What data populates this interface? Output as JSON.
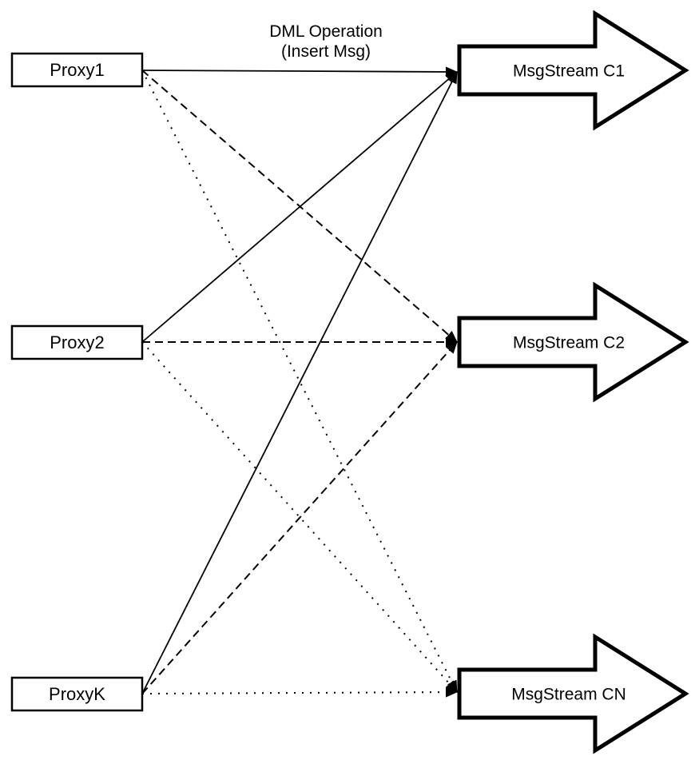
{
  "diagram": {
    "title_line1": "DML Operation",
    "title_line2": "(Insert Msg)",
    "proxies": [
      {
        "id": "proxy1",
        "label": "Proxy1"
      },
      {
        "id": "proxy2",
        "label": "Proxy2"
      },
      {
        "id": "proxyk",
        "label": "ProxyK"
      }
    ],
    "streams": [
      {
        "id": "stream1",
        "label": "MsgStream C1"
      },
      {
        "id": "stream2",
        "label": "MsgStream C2"
      },
      {
        "id": "stream3",
        "label": "MsgStream CN"
      }
    ],
    "edges": [
      {
        "from": "proxy1",
        "to": "stream1",
        "style": "solid"
      },
      {
        "from": "proxy1",
        "to": "stream2",
        "style": "dashed"
      },
      {
        "from": "proxy1",
        "to": "stream3",
        "style": "dotted"
      },
      {
        "from": "proxy2",
        "to": "stream1",
        "style": "solid"
      },
      {
        "from": "proxy2",
        "to": "stream2",
        "style": "dashed"
      },
      {
        "from": "proxy2",
        "to": "stream3",
        "style": "dotted"
      },
      {
        "from": "proxyk",
        "to": "stream1",
        "style": "solid"
      },
      {
        "from": "proxyk",
        "to": "stream2",
        "style": "dashed"
      },
      {
        "from": "proxyk",
        "to": "stream3",
        "style": "dotted"
      }
    ],
    "colors": {
      "stroke": "#000000",
      "fill": "#ffffff",
      "background": "#ffffff"
    }
  }
}
